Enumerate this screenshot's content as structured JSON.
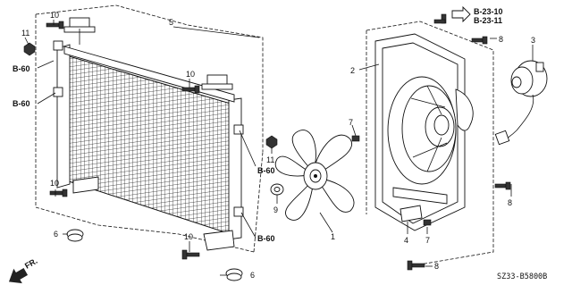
{
  "diagram": {
    "callouts": {
      "p1": "1",
      "p2": "2",
      "p3": "3",
      "p4": "4",
      "p5": "5",
      "p6a": "6",
      "p6b": "6",
      "p7a": "7",
      "p7b": "7",
      "p8a": "8",
      "p8b": "8",
      "p8c": "8",
      "p9": "9",
      "p10a": "10",
      "p10b": "10",
      "p10c": "10",
      "p10d": "10",
      "p11a": "11",
      "p11b": "11"
    },
    "refs": {
      "b60_1": "B-60",
      "b60_2": "B-60",
      "b60_3": "B-60",
      "b60_4": "B-60",
      "b23_10": "B-23-10",
      "b23_11": "B-23-11"
    },
    "direction_label": "FR.",
    "diagram_code": "SZ33-B5800B"
  }
}
